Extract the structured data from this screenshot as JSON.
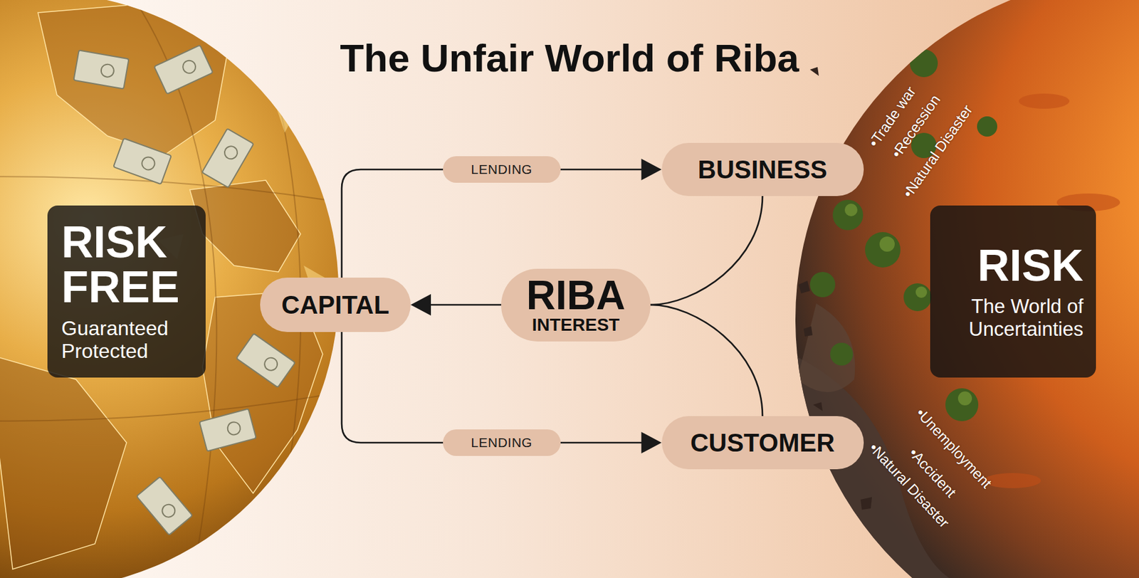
{
  "diagram": {
    "title": "The Unfair World of Riba",
    "nodes": [
      {
        "text": [
          "RISK FREE",
          "Guaranteed Protected"
        ]
      },
      {
        "text": [
          "CAPITAL"
        ]
      },
      {
        "text": [
          "RIBA",
          "INTEREST"
        ]
      },
      {
        "text": [
          "BUSINESS"
        ]
      },
      {
        "text": [
          "CUSTOMER"
        ]
      },
      {
        "text": [
          "RISK",
          "The World of Uncertainties"
        ]
      }
    ],
    "edges": [
      {
        "from": 1,
        "to": 3,
        "label": "LENDING",
        "arrow": "to"
      },
      {
        "from": 1,
        "to": 4,
        "label": "LENDING",
        "arrow": "to"
      },
      {
        "from": 3,
        "to": 2,
        "arrow": "none"
      },
      {
        "from": 4,
        "to": 2,
        "arrow": "none"
      },
      {
        "from": 2,
        "to": 1,
        "arrow": "to"
      }
    ],
    "labels": [
      "•Trade war",
      "•Recession",
      "•Natural Disaster",
      "•Unemployment",
      "•Accident",
      "•Natural Disaster"
    ]
  }
}
